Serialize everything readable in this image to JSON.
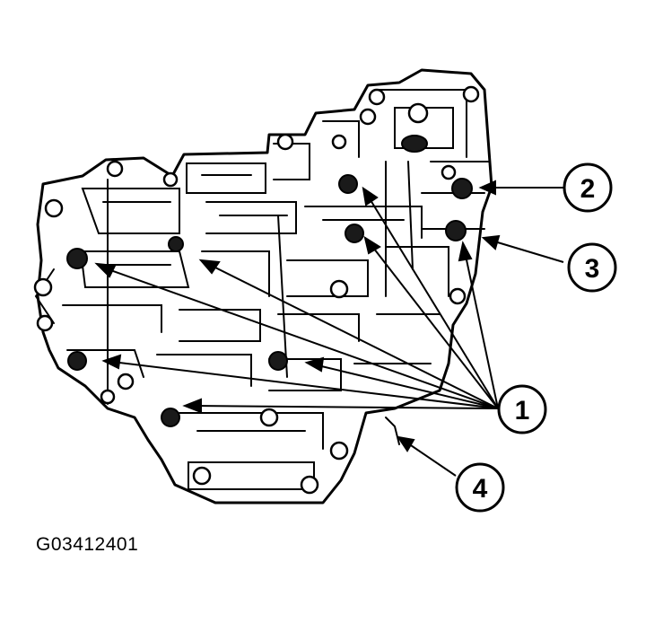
{
  "figure": {
    "id": "G03412401",
    "subject": "transmission valve body",
    "colors": {
      "ink": "#000000",
      "paper": "#ffffff",
      "shade": "#6a6a6a"
    }
  },
  "callouts": [
    {
      "number": "1",
      "description": "callout with multiple leader arrows to bolts across valve body"
    },
    {
      "number": "2",
      "description": "callout pointing to upper-right component"
    },
    {
      "number": "3",
      "description": "callout pointing to right-side component"
    },
    {
      "number": "4",
      "description": "callout pointing to lower wire/connector"
    }
  ]
}
